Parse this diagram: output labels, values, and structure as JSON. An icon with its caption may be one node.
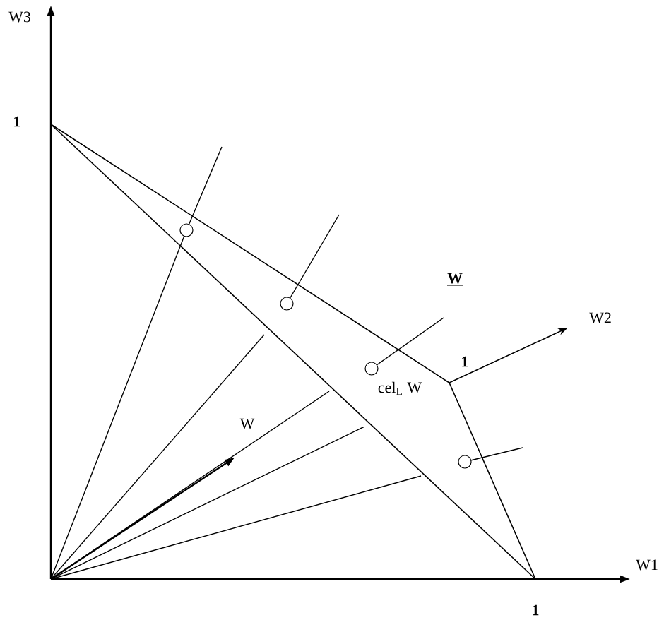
{
  "diagram": {
    "labels": [
      "W3",
      "1",
      "W",
      "W2",
      "1",
      "cel$_{L}$ W",
      "W",
      "W1",
      "1"
    ]
  }
}
